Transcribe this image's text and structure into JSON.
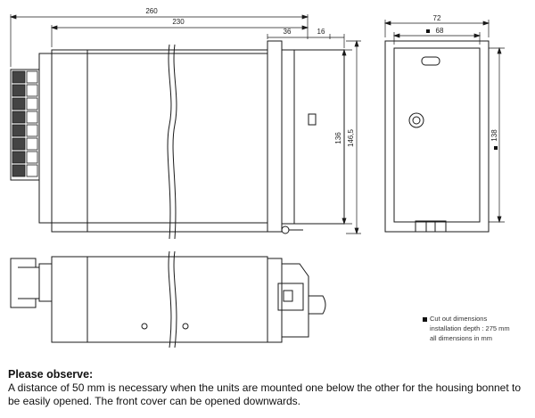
{
  "dimensions": {
    "overall_length": "260",
    "body_length": "230",
    "front_depth": "36",
    "front_offset": "16",
    "height_cutout": "136",
    "height_front": "146,5",
    "front_width": "72",
    "cutout_width": "68",
    "cutout_height": "138"
  },
  "legend": {
    "line1": "Cut out dimensions",
    "line2": "installation depth : 275 mm",
    "line3": "all dimensions in mm"
  },
  "note": {
    "title": "Please observe:",
    "body": "A distance of 50 mm is necessary when the units are mounted one below the other for the housing bonnet to be easily opened. The front cover can be opened downwards."
  }
}
